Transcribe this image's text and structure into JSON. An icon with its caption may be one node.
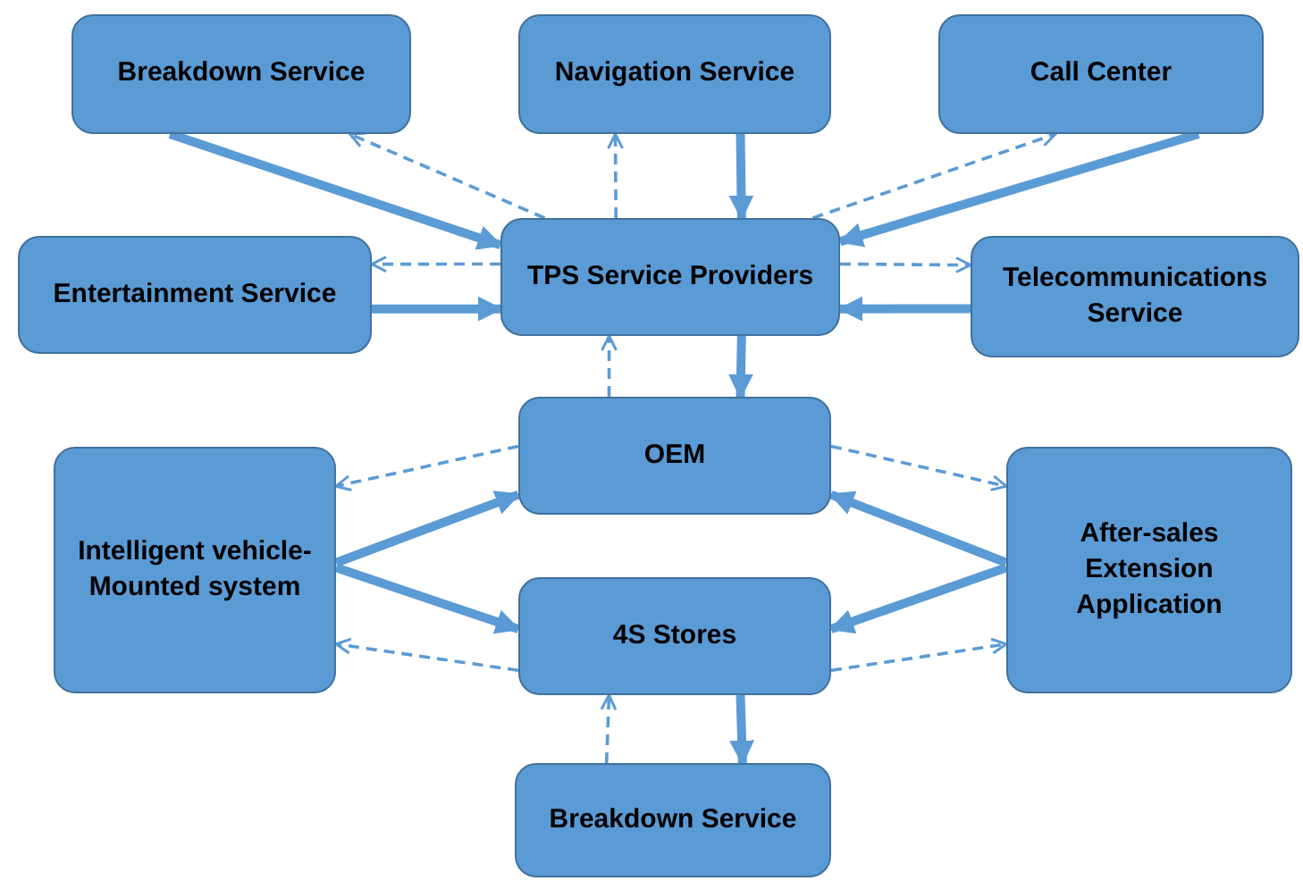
{
  "diagram": {
    "nodes": [
      {
        "text": [
          "Breakdown Service"
        ]
      },
      {
        "text": [
          "Navigation Service"
        ]
      },
      {
        "text": [
          "Call Center"
        ]
      },
      {
        "text": [
          "Entertainment Service"
        ]
      },
      {
        "text": [
          "TPS Service Providers"
        ]
      },
      {
        "text": [
          "Telecommunications Service"
        ]
      },
      {
        "text": [
          "OEM"
        ]
      },
      {
        "text": [
          "Intelligent vehicle-Mounted system"
        ]
      },
      {
        "text": [
          "After-sales Extension Application"
        ]
      },
      {
        "text": [
          "4S Stores"
        ]
      },
      {
        "text": [
          "Breakdown Service"
        ]
      }
    ],
    "edges": [
      {
        "from": 0,
        "to": 4,
        "arrow": "to",
        "style": "thick"
      },
      {
        "from": 4,
        "to": 0,
        "arrow": "to",
        "style": "dashed"
      },
      {
        "from": 1,
        "to": 4,
        "arrow": "to",
        "style": "thick"
      },
      {
        "from": 4,
        "to": 1,
        "arrow": "to",
        "style": "dashed"
      },
      {
        "from": 4,
        "to": 2,
        "arrow": "to",
        "style": "dashed"
      },
      {
        "from": 2,
        "to": 4,
        "arrow": "to",
        "style": "thick"
      },
      {
        "from": 4,
        "to": 3,
        "arrow": "to",
        "style": "dashed"
      },
      {
        "from": 3,
        "to": 4,
        "arrow": "to",
        "style": "thick"
      },
      {
        "from": 4,
        "to": 5,
        "arrow": "to",
        "style": "dashed"
      },
      {
        "from": 5,
        "to": 4,
        "arrow": "to",
        "style": "thick"
      },
      {
        "from": 6,
        "to": 4,
        "arrow": "to",
        "style": "dashed"
      },
      {
        "from": 4,
        "to": 6,
        "arrow": "to",
        "style": "thick"
      },
      {
        "from": 6,
        "to": 7,
        "arrow": "to",
        "style": "dashed"
      },
      {
        "from": 7,
        "to": 6,
        "arrow": "to",
        "style": "thick"
      },
      {
        "from": 7,
        "to": 9,
        "arrow": "to",
        "style": "thick"
      },
      {
        "from": 9,
        "to": 7,
        "arrow": "to",
        "style": "dashed"
      },
      {
        "from": 6,
        "to": 8,
        "arrow": "to",
        "style": "dashed"
      },
      {
        "from": 8,
        "to": 6,
        "arrow": "to",
        "style": "thick"
      },
      {
        "from": 8,
        "to": 9,
        "arrow": "to",
        "style": "thick"
      },
      {
        "from": 9,
        "to": 8,
        "arrow": "to",
        "style": "dashed"
      },
      {
        "from": 10,
        "to": 9,
        "arrow": "to",
        "style": "dashed"
      },
      {
        "from": 9,
        "to": 10,
        "arrow": "to",
        "style": "thick"
      }
    ]
  }
}
